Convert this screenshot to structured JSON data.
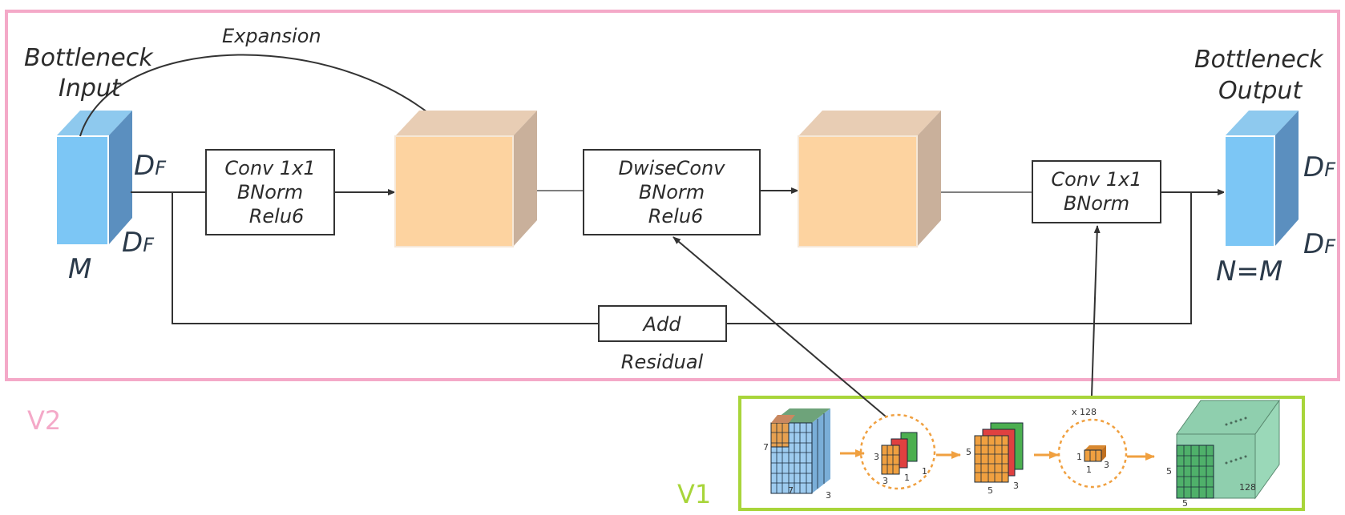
{
  "v2": {
    "label": "V2",
    "input_title_1": "Bottleneck",
    "input_title_2": "Input",
    "output_title_1": "Bottleneck",
    "output_title_2": "Output",
    "expansion": "Expansion",
    "df": "D",
    "df_sub": "F",
    "m": "M",
    "nm": "N=M",
    "block1": [
      "Conv 1x1",
      "BNorm",
      "Relu6"
    ],
    "block2": [
      "DwiseConv",
      "BNorm",
      "Relu6"
    ],
    "block3": [
      "Conv 1x1",
      "BNorm"
    ],
    "add": "Add",
    "residual": "Residual"
  },
  "v1": {
    "label": "V1",
    "input_size": "7",
    "input_size_2": "7",
    "input_depth": "3",
    "kernel_h": "3",
    "kernel_w": "3",
    "kernel_d1": "1",
    "kernel_d2": "1",
    "mid_size": "5",
    "mid_size_2": "5",
    "mid_depth": "3",
    "repeat": "x 128",
    "pw_1": "1",
    "pw_2": "1",
    "pw_3": "3",
    "out_size": "5",
    "out_size_2": "5",
    "out_depth": "128"
  },
  "colors": {
    "v2_border": "#f4a9c8",
    "v1_border": "#a8d53a",
    "blue_front": "#7cc6f5",
    "blue_side": "#5b8fbf",
    "tan_front": "#fdd3a0",
    "tan_top": "#e8cdb4",
    "tan_side": "#c9b09b",
    "arrow_orange": "#f0a040"
  }
}
